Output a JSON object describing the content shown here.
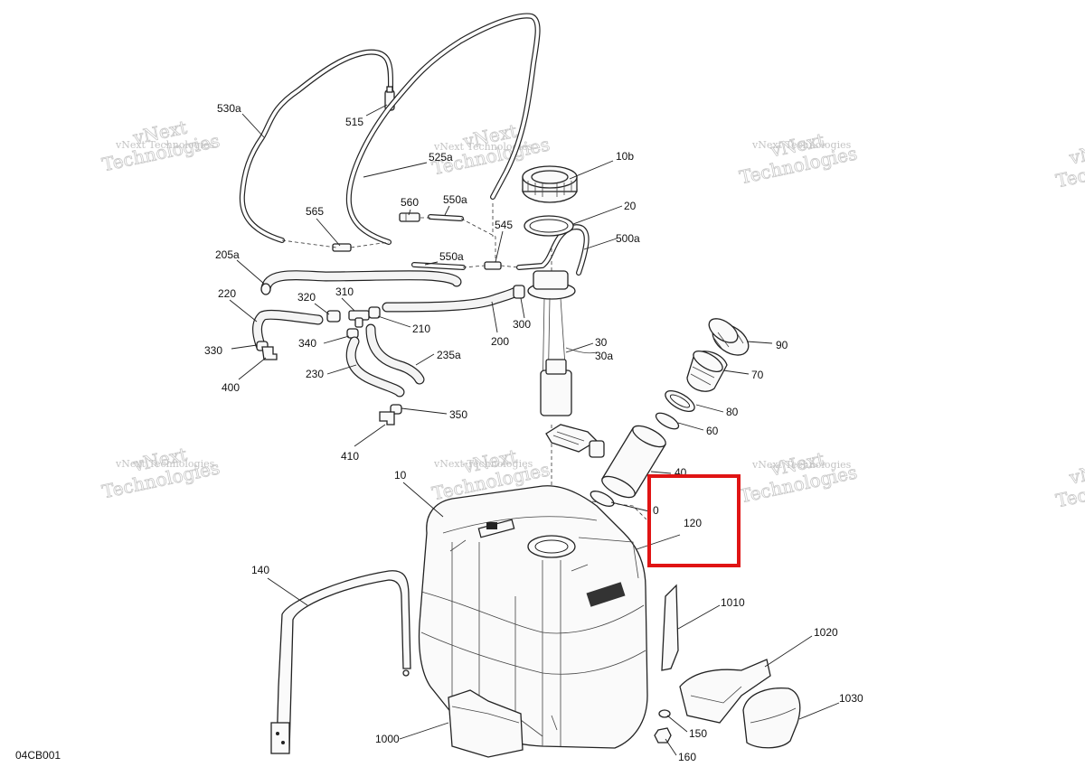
{
  "diagram_code": "04CB001",
  "watermark": {
    "line1": "vNext",
    "line2": "Technologies",
    "small": "vNext Technologies"
  },
  "labels": {
    "p530a": "530a",
    "p515": "515",
    "p525a": "525a",
    "p10b": "10b",
    "p20": "20",
    "p560": "560",
    "p550a_top": "550a",
    "p565": "565",
    "p545": "545",
    "p550a_mid": "550a",
    "p500a": "500a",
    "p205a": "205a",
    "p220": "220",
    "p320": "320",
    "p310": "310",
    "p210": "210",
    "p300": "300",
    "p200": "200",
    "p330": "330",
    "p340": "340",
    "p235a": "235a",
    "p400": "400",
    "p230": "230",
    "p350": "350",
    "p410": "410",
    "p30": "30",
    "p30a": "30a",
    "p90": "90",
    "p70": "70",
    "p80": "80",
    "p60": "60",
    "p40": "40",
    "p10": "10",
    "p0": "0",
    "p120": "120",
    "p140": "140",
    "p1010": "1010",
    "p1020": "1020",
    "p1030": "1030",
    "p150": "150",
    "p160": "160",
    "p1000": "1000"
  },
  "highlight": {
    "color": "#e01414",
    "target_label": "120"
  }
}
